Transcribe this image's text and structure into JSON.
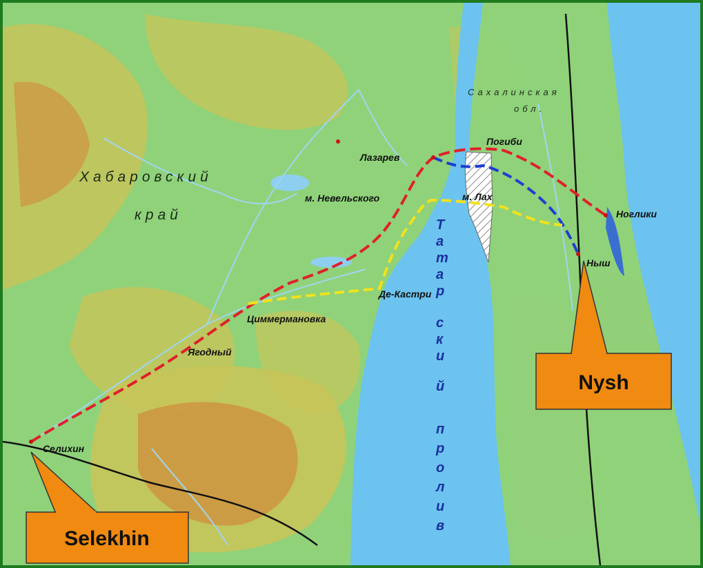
{
  "map": {
    "regions": {
      "khabarovsk_line1": "Хабаровский",
      "khabarovsk_line2": "край",
      "sakhalin_line1": "Сахалинская",
      "sakhalin_line2": "обл."
    },
    "strait": [
      "Т",
      "а",
      "т",
      "а",
      "р",
      "с",
      "к",
      "и",
      "й",
      "п",
      "р",
      "о",
      "л",
      "и",
      "в"
    ],
    "places": {
      "pogibi": "Погиби",
      "lazarev": "Лазарев",
      "nevelskogo": "м. Невельского",
      "lakh": "м. Лах",
      "nogliki": "Ноглики",
      "nysh_ru": "Ныш",
      "de_kastri": "Де-Кастри",
      "tsimmermanovka": "Циммермановка",
      "yagodny": "Ягодный",
      "selikhin": "Селихин"
    },
    "callouts": {
      "nysh": "Nysh",
      "selekhin": "Selekhin"
    },
    "colors": {
      "sea": "#6cc3ef",
      "lowland": "#8fd27a",
      "hills": "#c7c45a",
      "mountains": "#d08a3a",
      "route_red": "#e0202a",
      "route_blue": "#1c3fd0",
      "route_yellow": "#f2e21c",
      "callout_fill": "#f08a10",
      "frame": "#1f7a1f"
    }
  }
}
